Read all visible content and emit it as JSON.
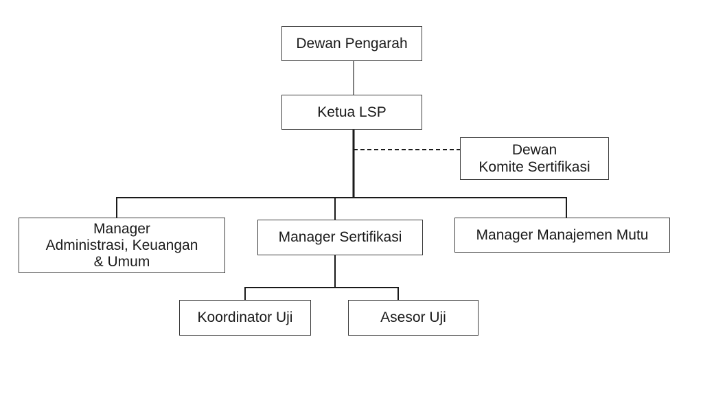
{
  "nodes": {
    "dewan_pengarah": "Dewan Pengarah",
    "ketua_lsp": "Ketua LSP",
    "dewan_komite": "Dewan\nKomite Sertifikasi",
    "manager_admin": "Manager\nAdministrasi, Keuangan\n& Umum",
    "manager_sertifikasi": "Manager Sertifikasi",
    "manager_mutu": "Manager Manajemen Mutu",
    "koordinator_uji": "Koordinator Uji",
    "asesor_uji": "Asesor Uji"
  },
  "colors": {
    "line": "#1a1a1a",
    "border": "#3a3a3a",
    "background": "#ffffff"
  }
}
